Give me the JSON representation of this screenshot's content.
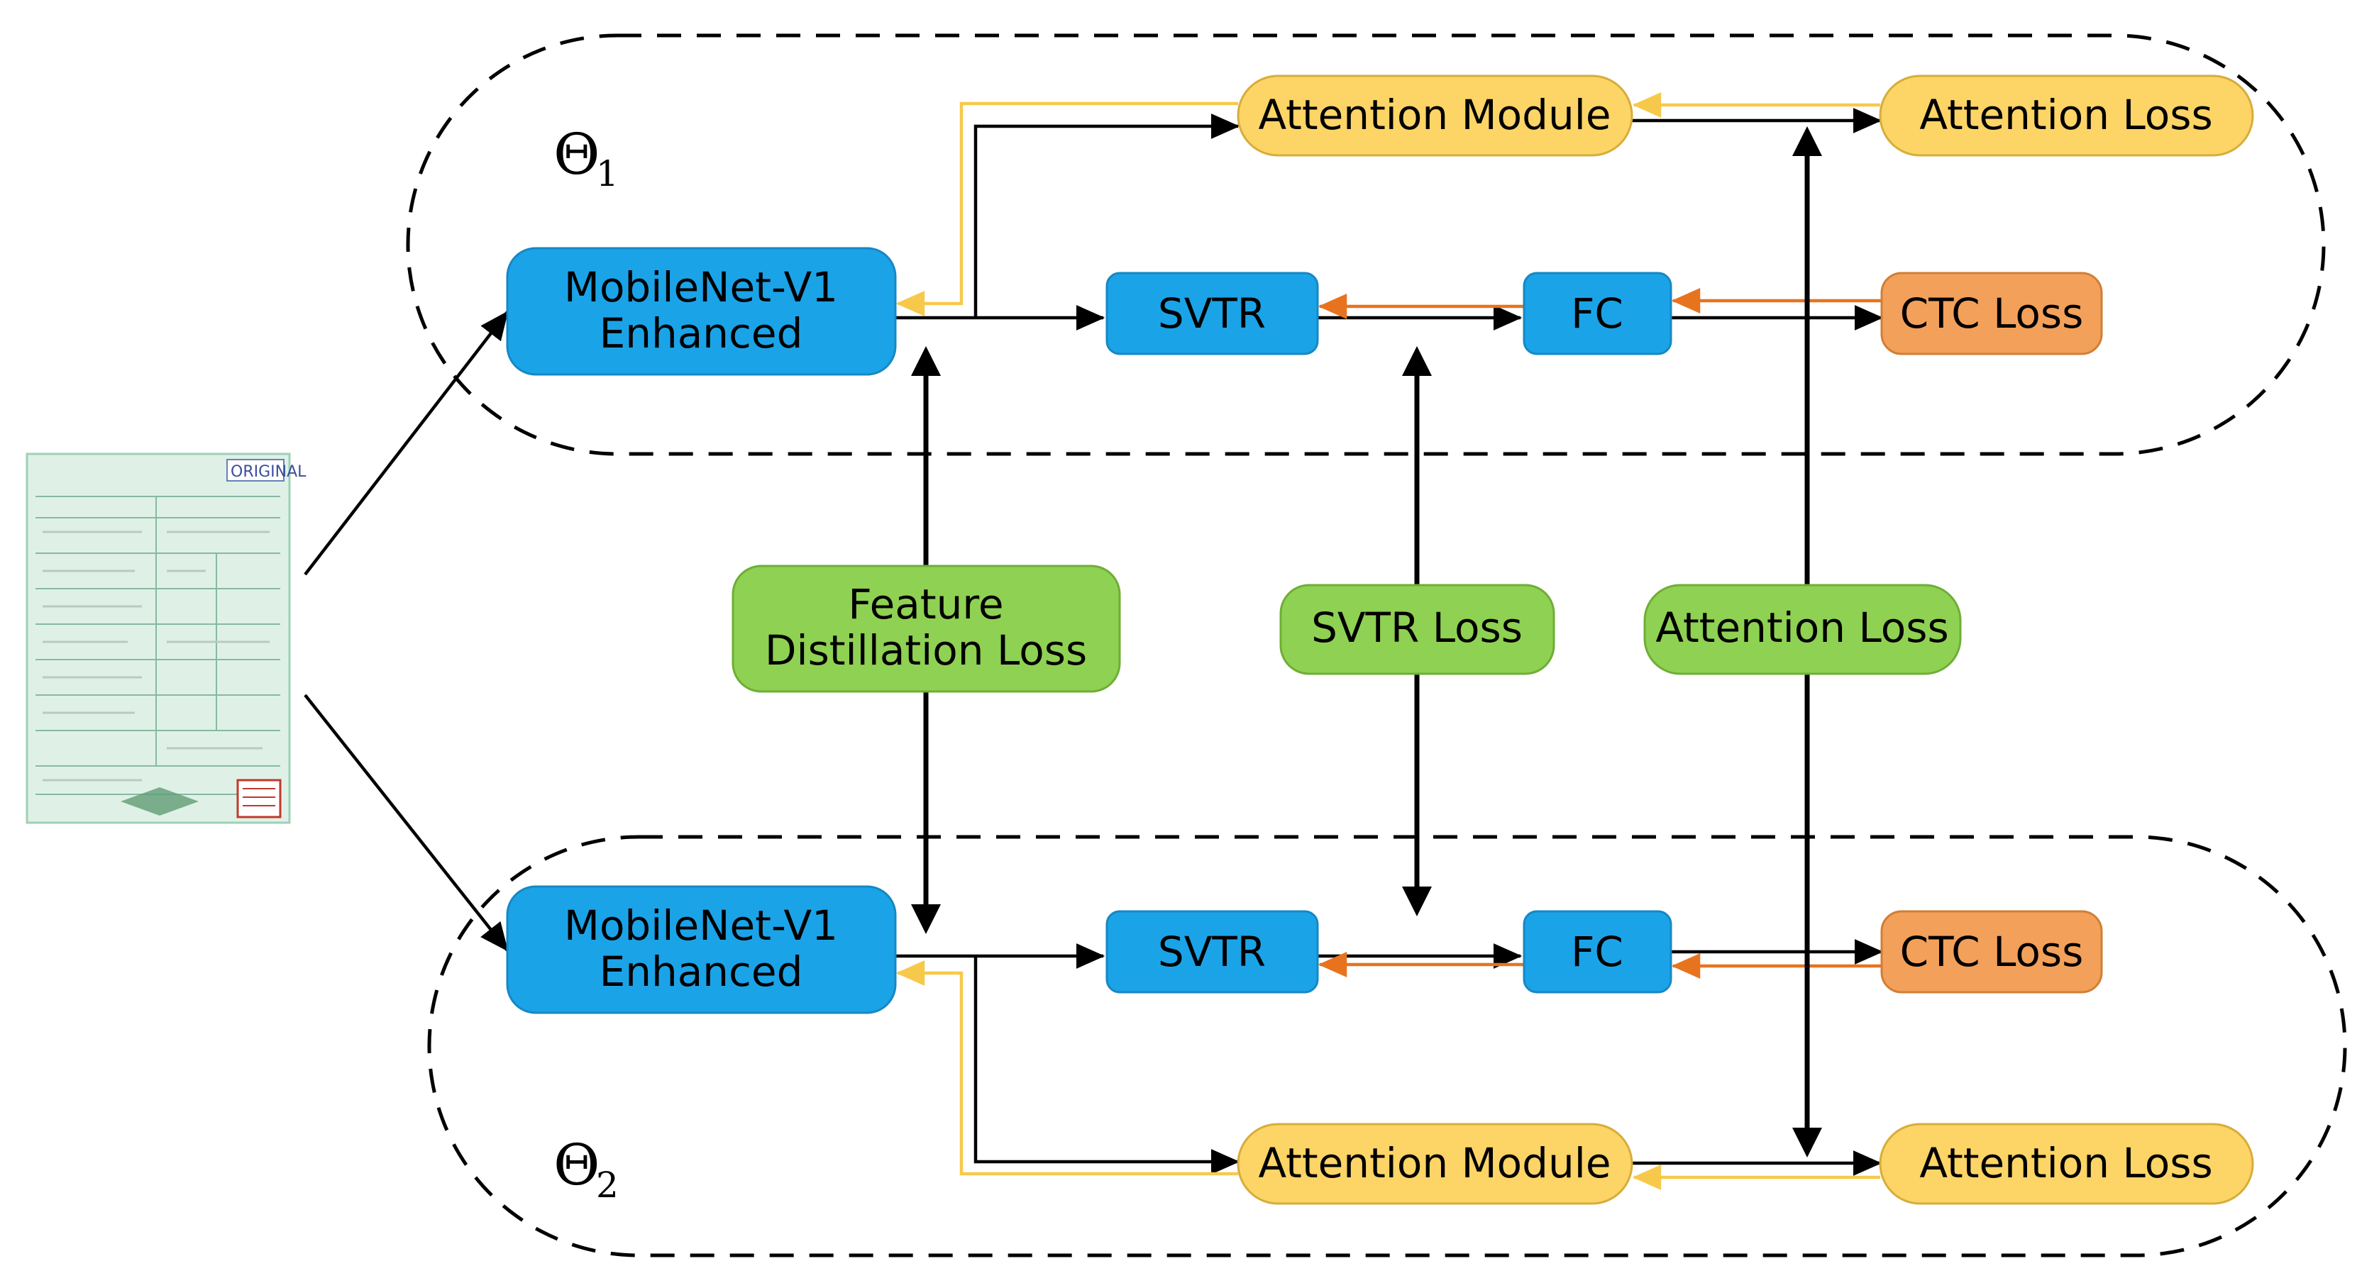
{
  "colors": {
    "blue": "#1BA3E8",
    "yellow": "#FDD466",
    "orange": "#F3A05A",
    "green": "#8FD152",
    "black_arrow": "#000000",
    "orange_arrow": "#E8731E",
    "yellow_arrow": "#F7C94B"
  },
  "branch_top": {
    "theta": "Θ",
    "theta_sub": "1",
    "backbone": [
      "MobileNet-V1",
      "Enhanced"
    ],
    "svtr": "SVTR",
    "fc": "FC",
    "ctc_loss": "CTC Loss",
    "attention_module": "Attention Module",
    "attention_loss": "Attention Loss"
  },
  "branch_bottom": {
    "theta": "Θ",
    "theta_sub": "2",
    "backbone": [
      "MobileNet-V1",
      "Enhanced"
    ],
    "svtr": "SVTR",
    "fc": "FC",
    "ctc_loss": "CTC Loss",
    "attention_module": "Attention Module",
    "attention_loss": "Attention Loss"
  },
  "distillation": {
    "feature_loss": [
      "Feature",
      "Distillation Loss"
    ],
    "svtr_loss": "SVTR Loss",
    "attention_loss": "Attention Loss"
  },
  "input_image": {
    "stamp_text": "ORIGINAL",
    "icon": "document-thumbnail-icon"
  }
}
